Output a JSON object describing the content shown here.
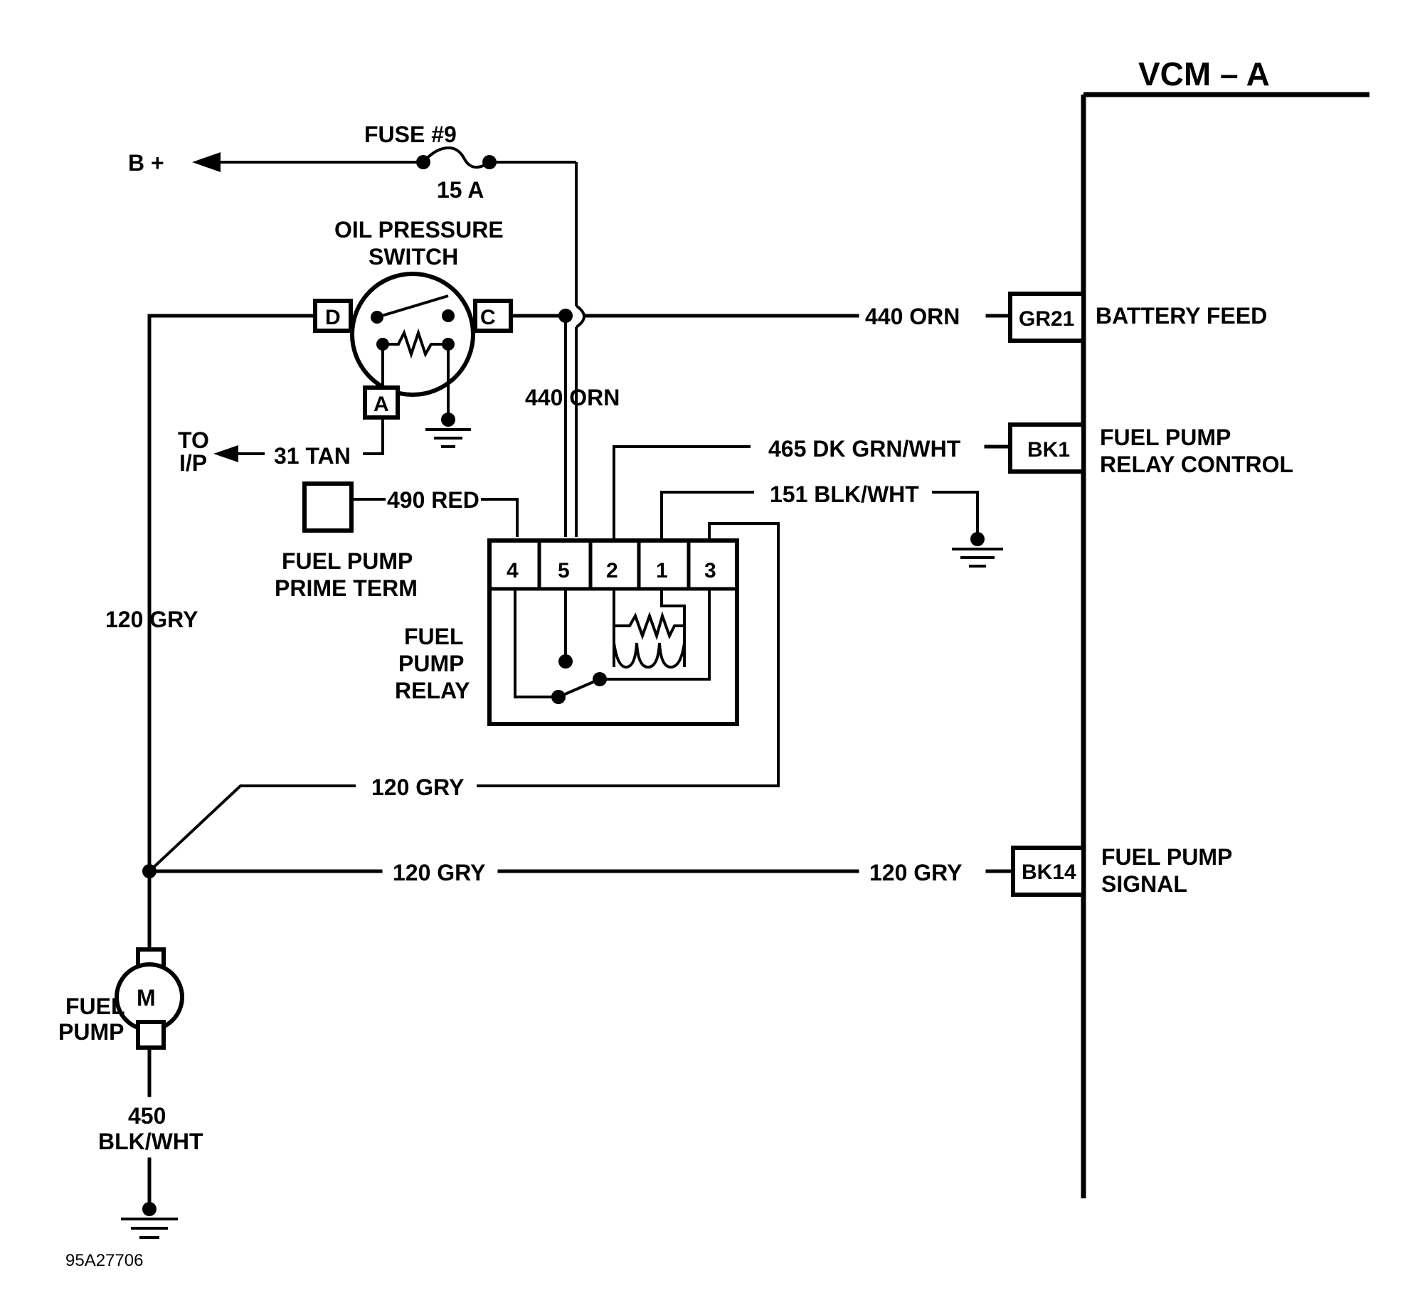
{
  "header": {
    "module": "VCM – A"
  },
  "fuse": {
    "name": "FUSE #9",
    "rating": "15 A"
  },
  "battery": {
    "label": "B +"
  },
  "oil_switch": {
    "title_1": "OIL PRESSURE",
    "title_2": "SWITCH",
    "pin_d": "D",
    "pin_c": "C",
    "pin_a": "A"
  },
  "to_ip": {
    "line_1": "TO",
    "line_2": "I/P"
  },
  "prime_term": {
    "line_1": "FUEL PUMP",
    "line_2": "PRIME TERM"
  },
  "relay": {
    "line_1": "FUEL",
    "line_2": "PUMP",
    "line_3": "RELAY",
    "pins": [
      "4",
      "5",
      "2",
      "1",
      "3"
    ]
  },
  "motor": {
    "symbol": "M",
    "line_1": "FUEL",
    "line_2": "PUMP"
  },
  "wires": {
    "w440_top": "440 ORN",
    "w440_vertical": "440 ORN",
    "w31": "31 TAN",
    "w490": "490 RED",
    "w465": "465 DK GRN/WHT",
    "w151": "151 BLK/WHT",
    "w120_left": "120 GRY",
    "w120_upper": "120 GRY",
    "w120_lower": "120 GRY",
    "w120_right": "120 GRY",
    "w450_num": "450",
    "w450_color": "BLK/WHT"
  },
  "vcm_pins": [
    {
      "id": "GR21",
      "desc_1": "BATTERY FEED",
      "desc_2": ""
    },
    {
      "id": "BK1",
      "desc_1": "FUEL PUMP",
      "desc_2": "RELAY CONTROL"
    },
    {
      "id": "BK14",
      "desc_1": "FUEL PUMP",
      "desc_2": "SIGNAL"
    }
  ],
  "figure_id": "95A27706"
}
